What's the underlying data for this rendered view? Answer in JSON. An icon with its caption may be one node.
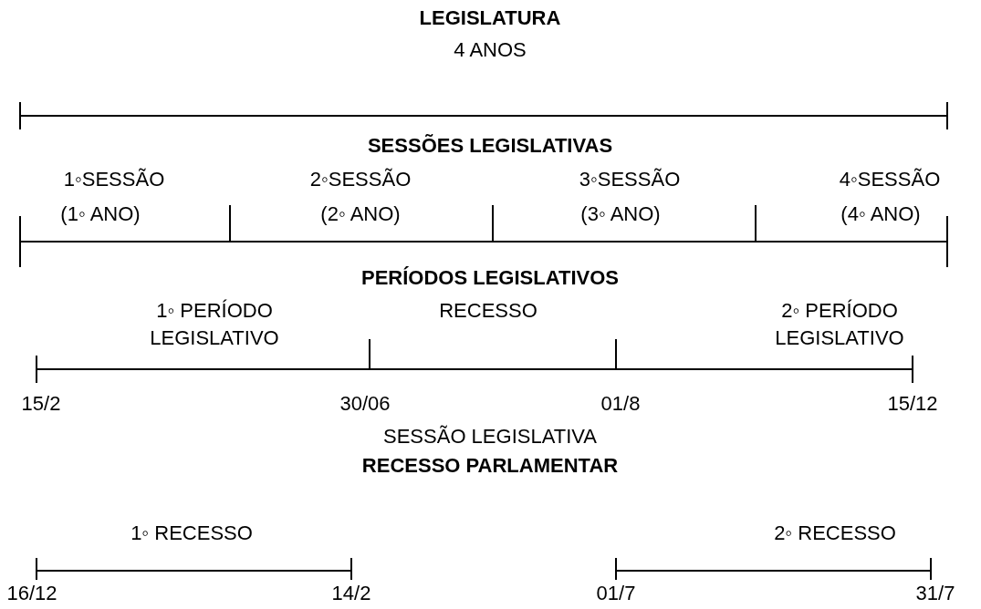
{
  "diagram": {
    "title": "LEGISLATURA",
    "labels": [
      "4 ANOS",
      "SESSÕES LEGISLATIVAS",
      "1◦SESSÃO",
      "2◦SESSÃO",
      "3◦SESSÃO",
      "4◦SESSÃO",
      "(1◦ ANO)",
      "(2◦ ANO)",
      "(3◦ ANO)",
      "(4◦ ANO)",
      "PERÍODOS LEGISLATIVOS",
      "1◦ PERÍODO LEGISLATIVO",
      "RECESSO",
      "2◦ PERÍODO LEGISLATIVO",
      "15/2",
      "30/06",
      "01/8",
      "15/12",
      "SESSÃO LEGISLATIVA",
      "RECESSO PARLAMENTAR",
      "1◦ RECESSO",
      "2◦ RECESSO",
      "16/12",
      "14/2",
      "01/7",
      "31/7"
    ]
  }
}
